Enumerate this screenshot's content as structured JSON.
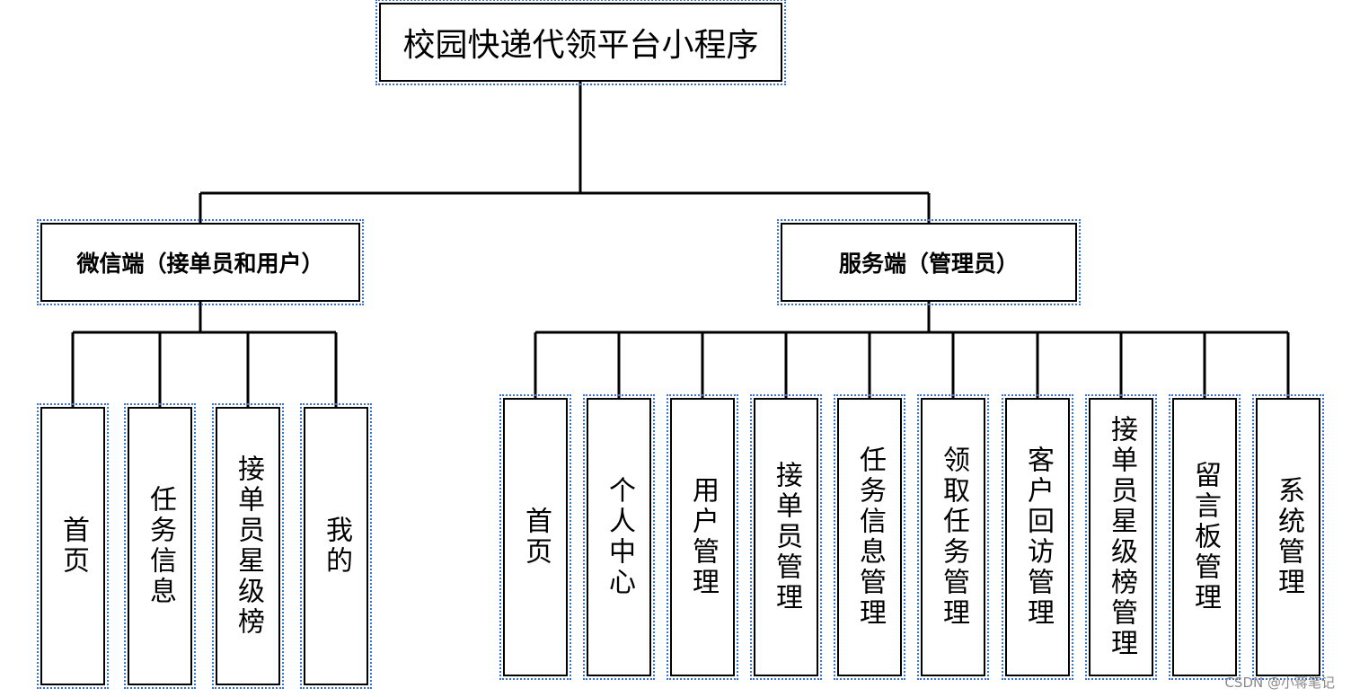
{
  "root": "校园快递代领平台小程序",
  "branches": [
    {
      "label": "微信端（接单员和用户）",
      "children": [
        "首页",
        "任务信息",
        "接单员星级榜",
        "我的"
      ]
    },
    {
      "label": "服务端（管理员）",
      "children": [
        "首页",
        "个人中心",
        "用户管理",
        "接单员管理",
        "任务信息管理",
        "领取任务管理",
        "客户回访管理",
        "接单员星级榜管理",
        "留言板管理",
        "系统管理"
      ]
    }
  ],
  "watermark": "CSDN @小蒋笔记"
}
